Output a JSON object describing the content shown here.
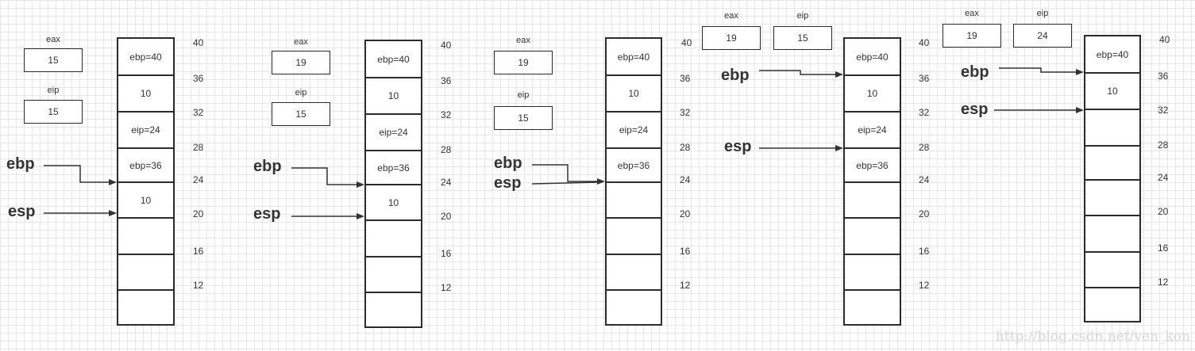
{
  "panels": [
    {
      "registers": [
        {
          "label": "eax",
          "value": "15"
        },
        {
          "label": "eip",
          "value": "15"
        }
      ],
      "stack": [
        "ebp=40",
        "10",
        "eip=24",
        "ebp=36",
        "10",
        "",
        "",
        ""
      ],
      "addresses": [
        "40",
        "36",
        "32",
        "28",
        "24",
        "20",
        "16",
        "12"
      ],
      "pointers": [
        {
          "label": "ebp",
          "targets_row": 4
        },
        {
          "label": "esp",
          "targets_row": 5
        }
      ]
    },
    {
      "registers": [
        {
          "label": "eax",
          "value": "19"
        },
        {
          "label": "eip",
          "value": "15"
        }
      ],
      "stack": [
        "ebp=40",
        "10",
        "eip=24",
        "ebp=36",
        "10",
        "",
        "",
        ""
      ],
      "addresses": [
        "40",
        "36",
        "32",
        "28",
        "24",
        "20",
        "16",
        "12"
      ],
      "pointers": [
        {
          "label": "ebp",
          "targets_row": 4
        },
        {
          "label": "esp",
          "targets_row": 5
        }
      ]
    },
    {
      "registers": [
        {
          "label": "eax",
          "value": "19"
        },
        {
          "label": "eip",
          "value": "15"
        }
      ],
      "stack": [
        "ebp=40",
        "10",
        "eip=24",
        "ebp=36",
        "",
        "",
        "",
        ""
      ],
      "addresses": [
        "40",
        "36",
        "32",
        "28",
        "24",
        "20",
        "16",
        "12"
      ],
      "pointers": [
        {
          "label": "ebp",
          "targets_row": 4
        },
        {
          "label": "esp",
          "targets_row": 4
        }
      ]
    },
    {
      "registers": [
        {
          "label": "eax",
          "value": "19"
        },
        {
          "label": "eip",
          "value": "15"
        }
      ],
      "stack": [
        "ebp=40",
        "10",
        "eip=24",
        "ebp=36",
        "",
        "",
        "",
        ""
      ],
      "addresses": [
        "40",
        "36",
        "32",
        "28",
        "24",
        "20",
        "16",
        "12"
      ],
      "pointers": [
        {
          "label": "ebp",
          "targets_row": 1
        },
        {
          "label": "esp",
          "targets_row": 3
        }
      ]
    },
    {
      "registers": [
        {
          "label": "eax",
          "value": "19"
        },
        {
          "label": "eip",
          "value": "24"
        }
      ],
      "stack": [
        "ebp=40",
        "10",
        "",
        "",
        "",
        "",
        "",
        ""
      ],
      "addresses": [
        "40",
        "36",
        "32",
        "28",
        "24",
        "20",
        "16",
        "12"
      ],
      "pointers": [
        {
          "label": "ebp",
          "targets_row": 1
        },
        {
          "label": "esp",
          "targets_row": 2
        }
      ]
    }
  ],
  "watermark": "http://blog.csdn.net/ven_kon"
}
